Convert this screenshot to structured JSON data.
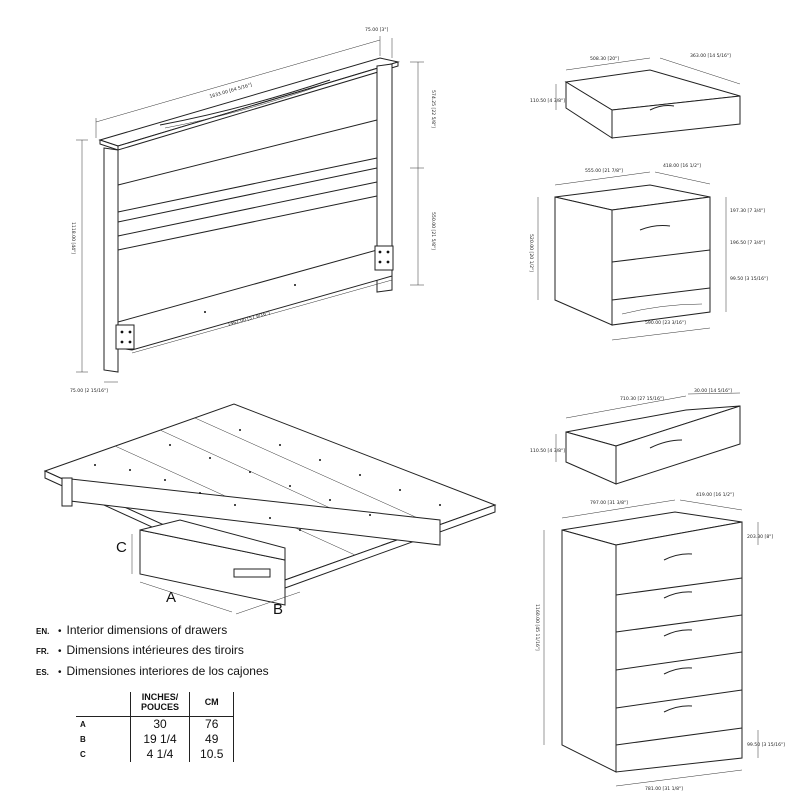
{
  "headboard": {
    "width_top": "1633.00 [64 5/16\"]",
    "depth_top": "75.00 [3\"]",
    "height_total": "1118.00 [44\"]",
    "height_upper": "574.25 [22 5/8\"]",
    "height_lower": "550.00 [21 5/8\"]",
    "inner_width": "1462.00 [57 9/16\"]",
    "foot_depth": "75.00 [2 15/16\"]"
  },
  "nightstand": {
    "drawer_width": "508.30 [20\"]",
    "drawer_depth": "363.00 [14 5/16\"]",
    "drawer_height": "110.50 [4 3/8\"]",
    "top_width": "555.00 [21 7/8\"]",
    "top_depth": "418.00 [16 1/2\"]",
    "height_total": "520.00 [20 1/2\"]",
    "h_upper": "197.30 [7 3/4\"]",
    "h_middle": "196.50 [7 3/4\"]",
    "h_base": "99.50 [3 15/16\"]",
    "base_width": "590.00 [23 3/16\"]"
  },
  "chest": {
    "drawer_width": "710.30 [27 15/16\"]",
    "drawer_depth": "30.00 [14 5/16\"]",
    "drawer_height": "110.50 [4 3/8\"]",
    "top_width": "797.00 [31 3/8\"]",
    "top_depth": "419.00 [16 1/2\"]",
    "h_top": "203.30 [8\"]",
    "height_total": "1160.00 [45 11/16\"]",
    "h_base": "99.50 [3 15/16\"]",
    "base_width": "781.00 [31 1/8\"]"
  },
  "bed_labels": {
    "a": "A",
    "b": "B",
    "c": "C"
  },
  "notes": [
    {
      "code": "EN.",
      "text": "Interior dimensions of drawers"
    },
    {
      "code": "FR.",
      "text": "Dimensions intérieures des tiroirs"
    },
    {
      "code": "ES.",
      "text": "Dimensiones interiores de los cajones"
    }
  ],
  "table": {
    "col_inches_1": "INCHES/",
    "col_inches_2": "POUCES",
    "col_cm": "CM",
    "rows": [
      {
        "key": "A",
        "inches": "30",
        "cm": "76"
      },
      {
        "key": "B",
        "inches": "19 1/4",
        "cm": "49"
      },
      {
        "key": "C",
        "inches": "4 1/4",
        "cm": "10.5"
      }
    ]
  }
}
